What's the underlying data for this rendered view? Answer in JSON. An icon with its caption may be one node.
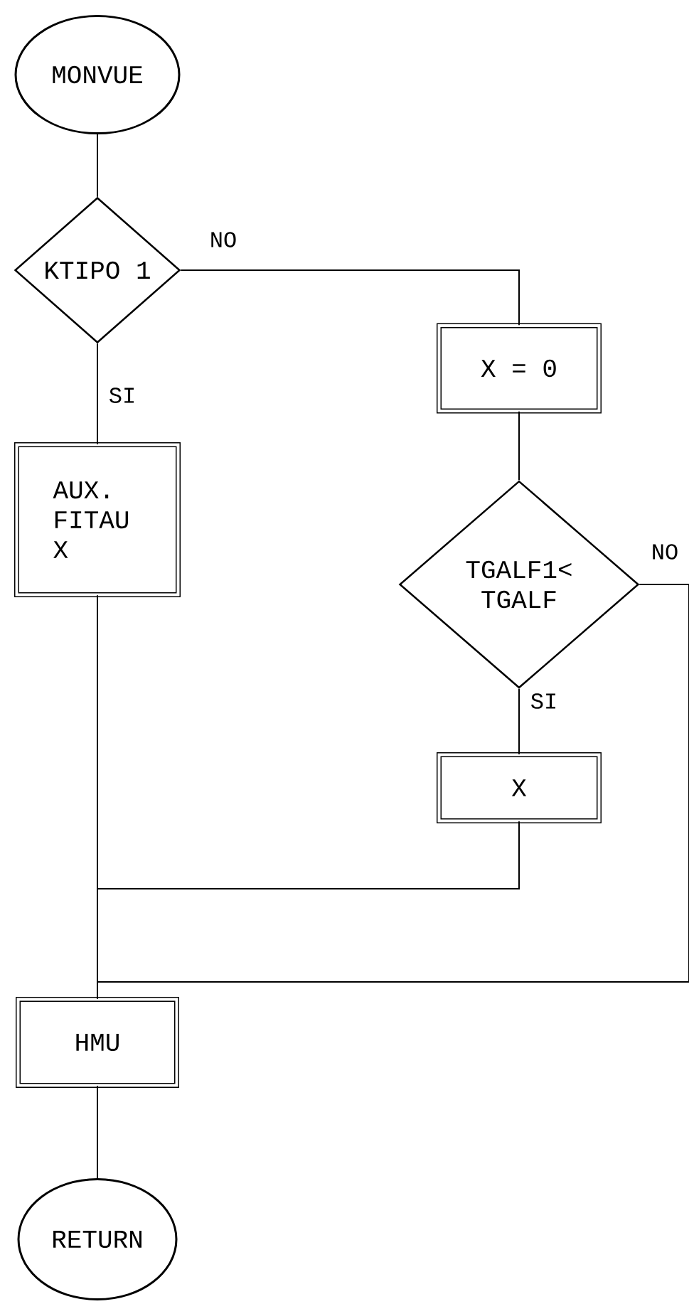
{
  "diagram": {
    "nodes": [
      {
        "text": [
          "MONVUE"
        ]
      },
      {
        "text": [
          "KTIPO 1"
        ]
      },
      {
        "text": [
          "X = 0"
        ]
      },
      {
        "text": [
          "AUX. FITAU X"
        ]
      },
      {
        "text": [
          "TGALF1< TGALF"
        ]
      },
      {
        "text": [
          "X"
        ]
      },
      {
        "text": [
          "HMU"
        ]
      },
      {
        "text": [
          "RETURN"
        ]
      }
    ],
    "edges": [
      {
        "from": 0,
        "to": 1,
        "arrow": "none"
      },
      {
        "from": 1,
        "to": 2,
        "arrow": "none",
        "label": "NO"
      },
      {
        "from": 1,
        "to": 3,
        "arrow": "none",
        "label": "SI"
      },
      {
        "from": 2,
        "to": 4,
        "arrow": "none"
      },
      {
        "from": 4,
        "to": 5,
        "arrow": "none",
        "label": "SI"
      },
      {
        "from": 4,
        "to": 6,
        "arrow": "none",
        "label": "NO"
      },
      {
        "from": 3,
        "to": 6,
        "arrow": "none"
      },
      {
        "from": 5,
        "to": 6,
        "arrow": "none"
      },
      {
        "from": 6,
        "to": 7,
        "arrow": "none"
      }
    ]
  }
}
